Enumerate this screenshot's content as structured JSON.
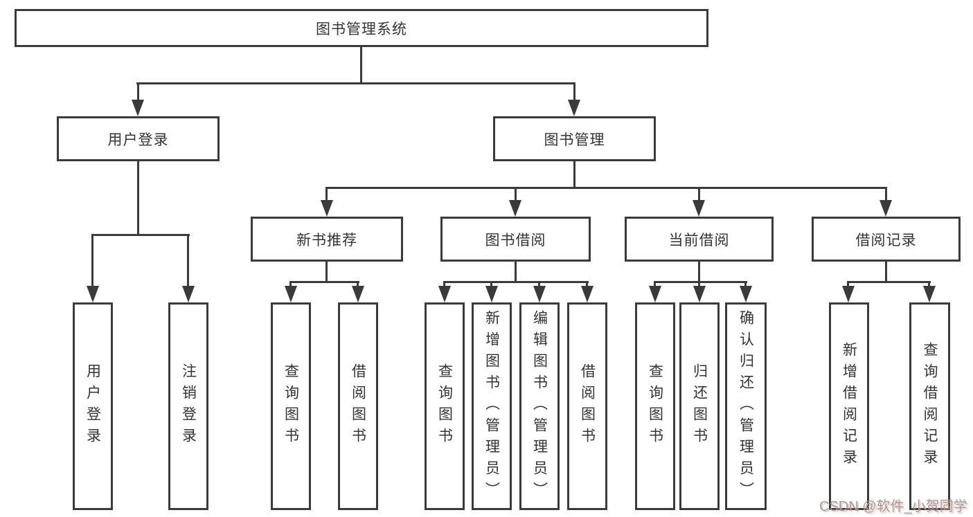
{
  "diagram_type": "hierarchy-tree",
  "tree": {
    "label": "图书管理系统",
    "children": [
      {
        "label": "用户登录",
        "children": [
          {
            "label": "用户登录"
          },
          {
            "label": "注销登录"
          }
        ]
      },
      {
        "label": "图书管理",
        "children": [
          {
            "label": "新书推荐",
            "children": [
              {
                "label": "查询图书"
              },
              {
                "label": "借阅图书"
              }
            ]
          },
          {
            "label": "图书借阅",
            "children": [
              {
                "label": "查询图书"
              },
              {
                "label": "新增图书（管理员）"
              },
              {
                "label": "编辑图书（管理员）"
              },
              {
                "label": "借阅图书"
              }
            ]
          },
          {
            "label": "当前借阅",
            "children": [
              {
                "label": "查询图书"
              },
              {
                "label": "归还图书"
              },
              {
                "label": "确认归还（管理员）"
              }
            ]
          },
          {
            "label": "借阅记录",
            "children": [
              {
                "label": "新增借阅记录"
              },
              {
                "label": "查询借阅记录"
              }
            ]
          }
        ]
      }
    ]
  },
  "watermark": "CSDN @软件_小贺同学",
  "colors": {
    "line": "#3a3a3a",
    "text": "#333333",
    "background": "#ffffff",
    "watermark_text": "#9e9e9e",
    "watermark_shadow": "#f7968c"
  }
}
